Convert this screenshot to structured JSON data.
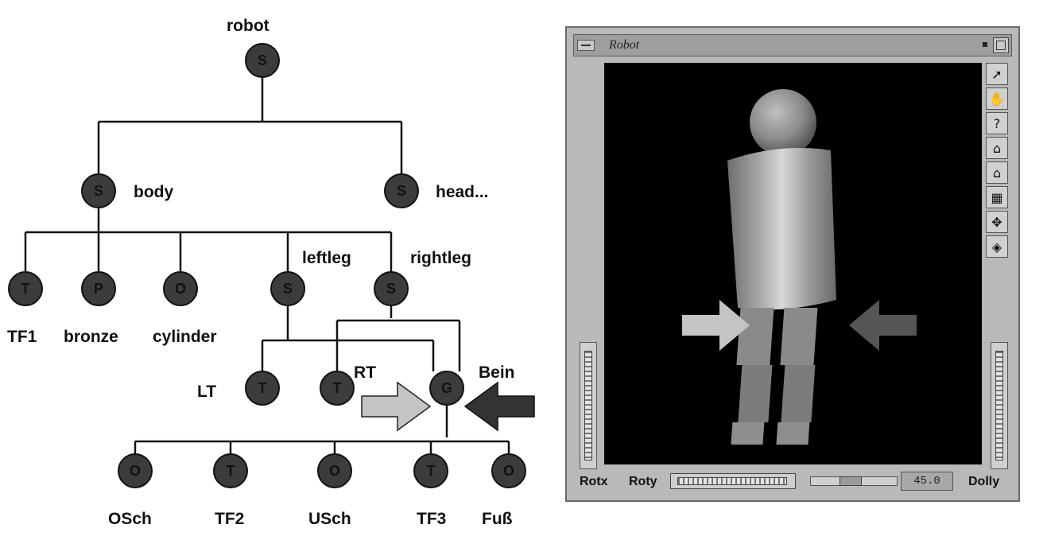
{
  "tree": {
    "node_letters": {
      "robot": "S",
      "body": "S",
      "head": "S",
      "tf1": "T",
      "bronze": "P",
      "cylinder": "O",
      "leftleg": "S",
      "rightleg": "S",
      "lt": "T",
      "rt": "T",
      "bein": "G",
      "osch": "O",
      "tf2": "T",
      "usch": "O",
      "tf3": "T",
      "fuss": "O"
    },
    "labels": {
      "robot": "robot",
      "body": "body",
      "head": "head...",
      "tf1": "TF1",
      "bronze": "bronze",
      "cylinder": "cylinder",
      "leftleg": "leftleg",
      "rightleg": "rightleg",
      "lt": "LT",
      "rt": "RT",
      "bein": "Bein",
      "osch": "OSch",
      "tf2": "TF2",
      "usch": "USch",
      "tf3": "TF3",
      "fuss": "Fuß"
    }
  },
  "viewer": {
    "title": "Robot",
    "rotx_label": "Rotx",
    "roty_label": "Roty",
    "dolly_label": "Dolly",
    "zoom_value": "45.0",
    "tools": [
      {
        "icon": "pointer-icon",
        "glyph": "➚"
      },
      {
        "icon": "hand-icon",
        "glyph": "✋"
      },
      {
        "icon": "help-icon",
        "glyph": "?"
      },
      {
        "icon": "home-icon",
        "glyph": "⌂"
      },
      {
        "icon": "set-home-icon",
        "glyph": "⌂"
      },
      {
        "icon": "view-all-icon",
        "glyph": "▦"
      },
      {
        "icon": "seek-icon",
        "glyph": "✥"
      },
      {
        "icon": "perspective-icon",
        "glyph": "◈"
      }
    ]
  },
  "colors": {
    "node_fill": "#3c3c3c",
    "arrow_light": "#c4c4c4",
    "arrow_dark": "#333333",
    "window_bg": "#b9b9b9",
    "viewport_bg": "#000000"
  }
}
